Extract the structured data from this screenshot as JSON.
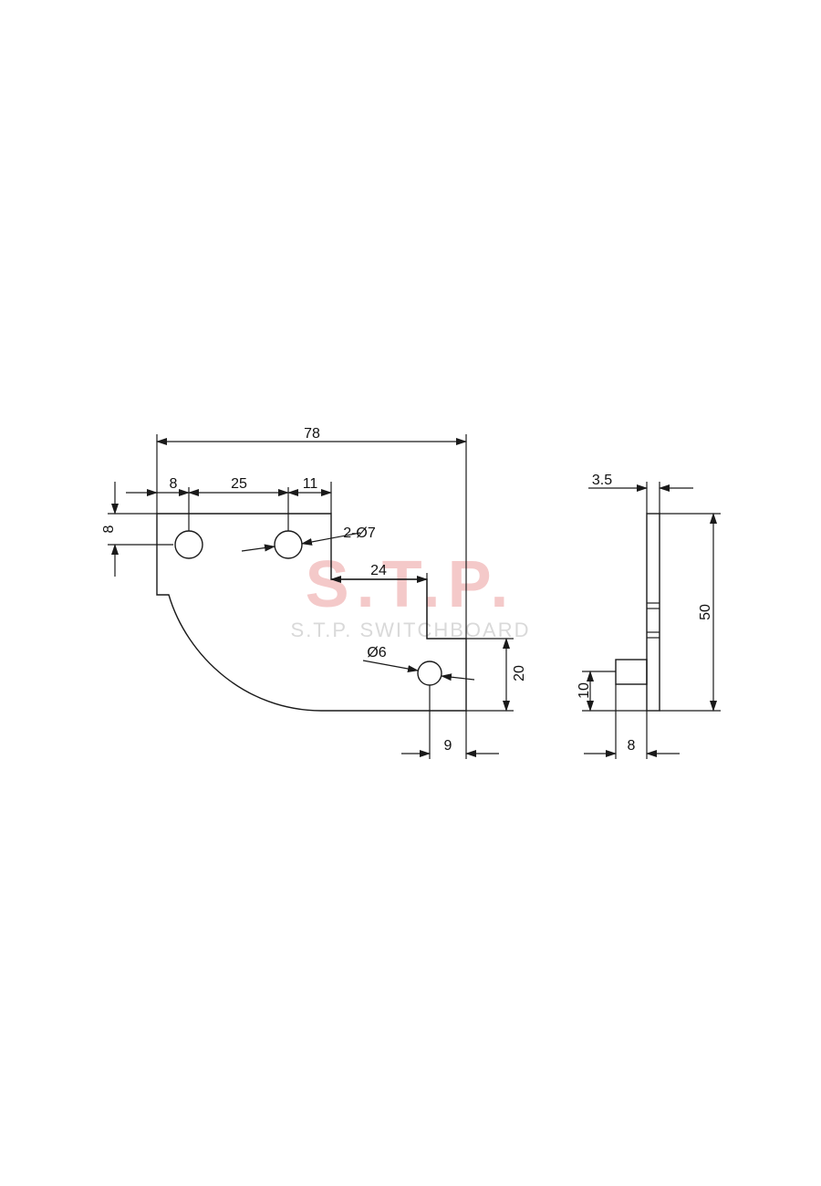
{
  "watermark": {
    "brand": "S.T.P.",
    "subtitle": "S.T.P. SWITCHBOARD",
    "brand_color": "#f4c9c9",
    "subtitle_color": "#d9d9d9"
  },
  "front_view": {
    "dimensions": {
      "overall_width": "78",
      "left_hole_offset": "8",
      "hole_spacing": "25",
      "hole_to_step": "11",
      "top_hole_offset": "8",
      "top_holes": "2-Ø7",
      "step_width": "24",
      "bottom_hole": "Ø6",
      "bottom_height": "20",
      "bottom_hole_offset": "9"
    }
  },
  "side_view": {
    "dimensions": {
      "thickness": "3.5",
      "height": "50",
      "tab_height": "10",
      "tab_width": "8"
    }
  },
  "line_color": "#1a1a1a"
}
